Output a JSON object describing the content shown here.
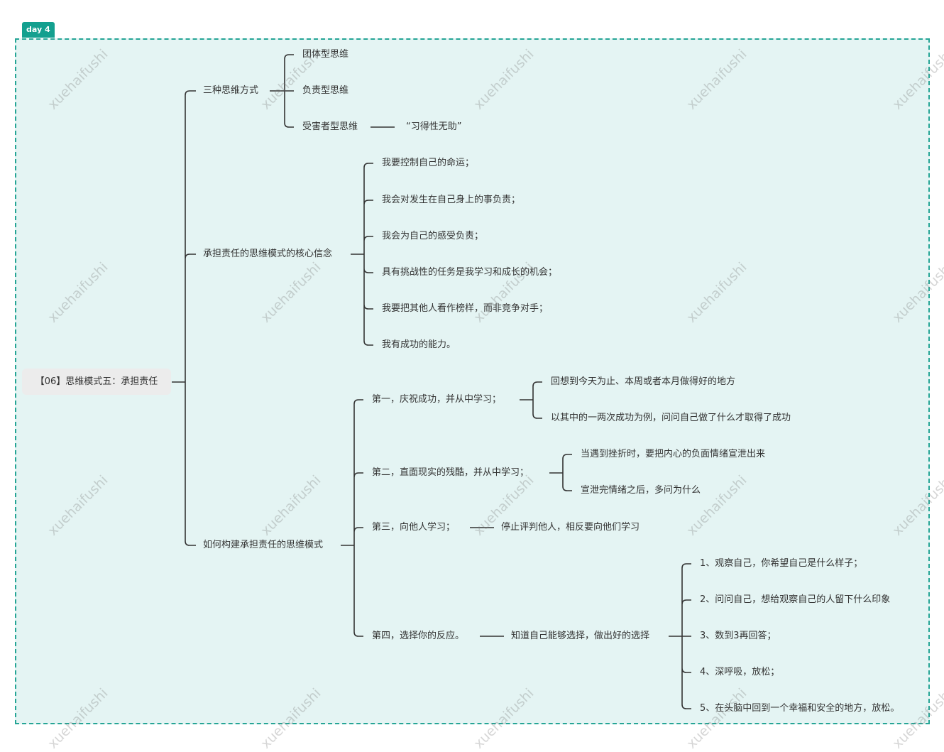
{
  "tag": "day 4",
  "root": "【06】思维模式五：承担责任",
  "branches": [
    {
      "label": "三种思维方式",
      "children": [
        {
          "label": "团体型思维"
        },
        {
          "label": "负责型思维"
        },
        {
          "label": "受害者型思维",
          "children": [
            {
              "label": "“习得性无助”"
            }
          ]
        }
      ]
    },
    {
      "label": "承担责任的思维模式的核心信念",
      "children": [
        {
          "label": "我要控制自己的命运；"
        },
        {
          "label": "我会对发生在自己身上的事负责；"
        },
        {
          "label": "我会为自己的感受负责；"
        },
        {
          "label": "具有挑战性的任务是我学习和成长的机会；"
        },
        {
          "label": "我要把其他人看作榜样，而非竞争对手；"
        },
        {
          "label": "我有成功的能力。"
        }
      ]
    },
    {
      "label": "如何构建承担责任的思维模式",
      "children": [
        {
          "label": "第一，庆祝成功，并从中学习；",
          "children": [
            {
              "label": "回想到今天为止、本周或者本月做得好的地方"
            },
            {
              "label": "以其中的一两次成功为例，问问自己做了什么才取得了成功"
            }
          ]
        },
        {
          "label": "第二，直面现实的残酷，并从中学习；",
          "children": [
            {
              "label": "当遇到挫折时，要把内心的负面情绪宣泄出来"
            },
            {
              "label": "宣泄完情绪之后，多问为什么"
            }
          ]
        },
        {
          "label": "第三，向他人学习；",
          "children": [
            {
              "label": "停止评判他人，相反要向他们学习"
            }
          ]
        },
        {
          "label": "第四，选择你的反应。",
          "children": [
            {
              "label": "知道自己能够选择，做出好的选择",
              "children": [
                {
                  "label": "1、观察自己，你希望自己是什么样子；"
                },
                {
                  "label": "2、问问自己，想给观察自己的人留下什么印象"
                },
                {
                  "label": "3、数到3再回答；"
                },
                {
                  "label": "4、深呼吸，放松；"
                },
                {
                  "label": "5、在头脑中回到一个幸福和安全的地方，放松。"
                }
              ]
            }
          ]
        }
      ]
    }
  ],
  "watermark": "xuehaifushi",
  "colors": {
    "frame_border": "#26a596",
    "frame_background": "#e4f4f3",
    "tag_background": "#13a08f",
    "line": "#333333",
    "root_background": "#ececec"
  }
}
